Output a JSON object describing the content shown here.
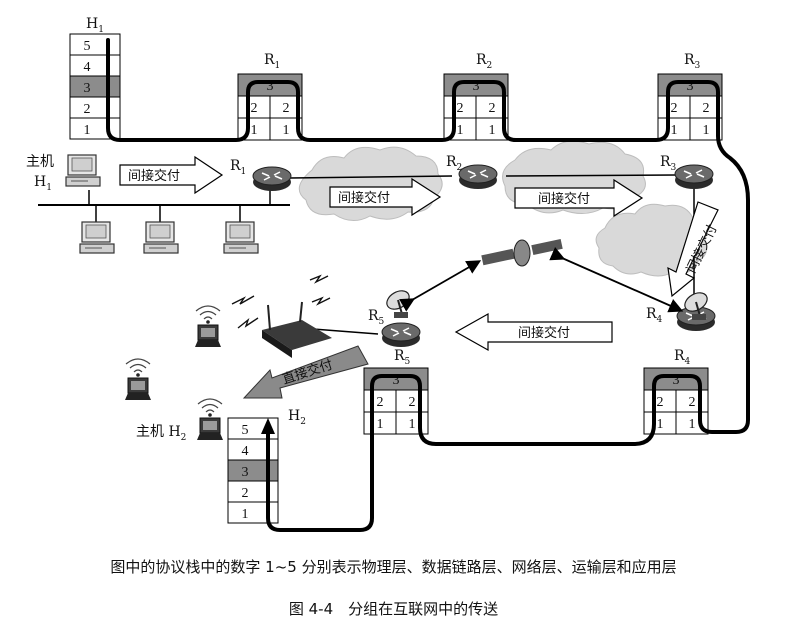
{
  "hosts": {
    "h1": {
      "label": "主机",
      "name": "H",
      "sub": "1",
      "stack_layers": [
        "5",
        "4",
        "3",
        "2",
        "1"
      ]
    },
    "h2": {
      "label": "主机",
      "name": "H",
      "sub": "2",
      "stack_layers": [
        "5",
        "4",
        "3",
        "2",
        "1"
      ]
    }
  },
  "routers": [
    {
      "name": "R",
      "sub": "1",
      "layers": [
        "3",
        "2",
        "2",
        "1",
        "1"
      ]
    },
    {
      "name": "R",
      "sub": "2",
      "layers": [
        "3",
        "2",
        "2",
        "1",
        "1"
      ]
    },
    {
      "name": "R",
      "sub": "3",
      "layers": [
        "3",
        "2",
        "2",
        "1",
        "1"
      ]
    },
    {
      "name": "R",
      "sub": "4",
      "layers": [
        "3",
        "2",
        "2",
        "1",
        "1"
      ]
    },
    {
      "name": "R",
      "sub": "5",
      "layers": [
        "3",
        "2",
        "2",
        "1",
        "1"
      ]
    }
  ],
  "delivery": {
    "indirect": "间接交付",
    "direct": "直接交付"
  },
  "caption": {
    "description": "图中的协议栈中的数字 1~5 分别表示物理层、数据链路层、网络层、运输层和应用层",
    "figure_title": "图 4-4　分组在互联网中的传送"
  },
  "colors": {
    "network_layer": "#8c8c8c",
    "path": "#000000",
    "cloud": "#d9d9d9",
    "arrow_fill": "#ffffff",
    "direct_arrow": "#8a8a8a"
  },
  "icons": [
    "computer-icon",
    "router-icon",
    "cloud-icon",
    "satellite-icon",
    "satellite-dish-icon",
    "wireless-ap-icon",
    "laptop-icon",
    "lightning-icon"
  ]
}
